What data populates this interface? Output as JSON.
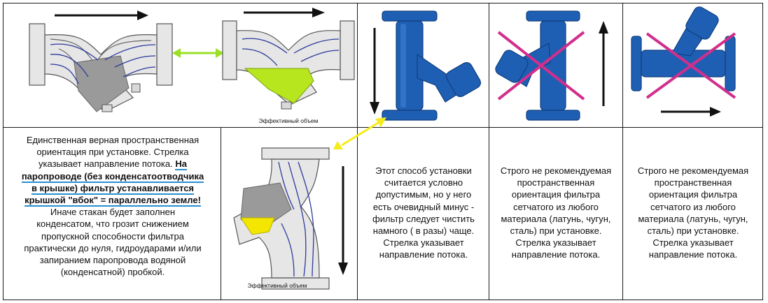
{
  "captions": {
    "effective_volume_top": "Эффективный объем",
    "effective_volume_bottom": "Эффективный объем"
  },
  "cell_main": {
    "line1": "Единственная верная пространственная",
    "line2": "ориентация при установке. Стрелка",
    "line3_prefix": "указывает направление потока.",
    "line3_bold": "На",
    "bold_line4": "паропроводе (без конденсатоотводчика",
    "bold_line5": "в крышке) фильтр устанавливается",
    "bold_line6": "крышкой \"вбок\" = параллельно земле!",
    "line7": "Иначе стакан будет заполнен",
    "line8": "конденсатом, что грозит снижением",
    "line9": "пропускной способности фильтра",
    "line10": "практически до нуля, гидроударами и/или",
    "line11": "запиранием паропровода водяной",
    "line12": "(конденсатной) пробкой."
  },
  "cell_vertical_down": {
    "lines": [
      "Этот способ установки",
      "считается условно",
      "допустимым, но у него",
      "есть очевидный минус -",
      "фильтр следует чистить",
      "намного ( в разы) чаще."
    ],
    "arrow_lines": [
      "Стрелка указывает",
      "направление потока."
    ]
  },
  "cell_vertical_up": {
    "lines": [
      "Строго не рекомендуемая",
      "пространственная",
      "ориентация фильтра",
      "сетчатого из любого",
      "материала (латунь, чугун,",
      "сталь) при установке."
    ],
    "arrow_lines": [
      "Стрелка указывает",
      "направление потока."
    ]
  },
  "cell_cover_up": {
    "lines": [
      "Строго не рекомендуемая",
      "пространственная",
      "ориентация фильтра",
      "сетчатого из любого",
      "материала (латунь, чугун,",
      "сталь) при установке."
    ],
    "arrow_lines": [
      "Стрелка указывает",
      "направление потока."
    ]
  },
  "colors": {
    "flow_lines": "#2d3a9c",
    "effective_volume_green": "#b7e61e",
    "effective_volume_yellow": "#f3e600",
    "link_arrow_green": "#9be027",
    "link_arrow_yellow": "#f5ec1a",
    "filter_blue": "#1f5fb3",
    "cross_magenta": "#d12f8c",
    "underline_blue": "#2a8fd0"
  }
}
